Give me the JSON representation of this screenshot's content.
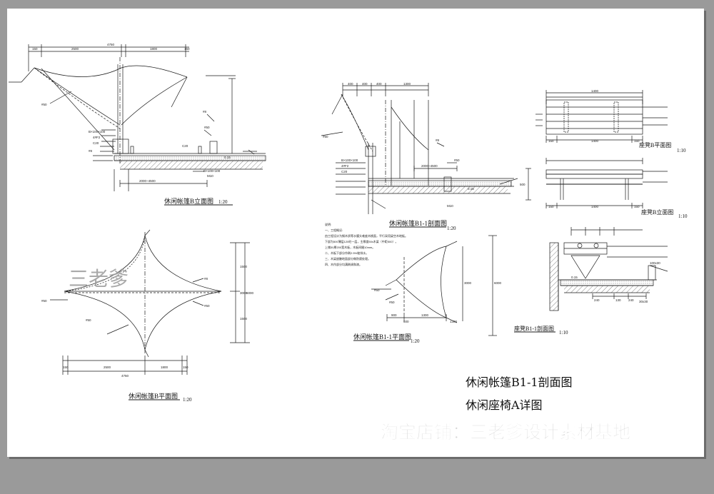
{
  "titles": {
    "tent_b_elevation": "休闲帐篷B立面图",
    "tent_b_plan": "休闲帐篷B平面图",
    "tent_b1_section": "休闲帐篷B1-1剖面图",
    "tent_b1_plan": "休闲帐篷B1-1平面图",
    "bench_b_plan": "座凳B平面图",
    "bench_b_elevation": "座凳B立面图",
    "bench_b1_section": "座凳B1-1剖面图"
  },
  "scales": {
    "s120": "1:20",
    "s110": "1:10"
  },
  "caption": {
    "line1": "休闲帐篷B1-1剖面图",
    "line2": "休闲座椅A详图"
  },
  "watermarks": {
    "author": "三老爹",
    "shop": "淘宝店铺：三老爹设计素材基地"
  },
  "notes": {
    "heading": "说明:",
    "items": [
      "一、工程概况:",
      "    由工程设计为钢木质等水膜头难度木桃面，平行采用梁空木地板。",
      "    下部为500薄层120砼一层，主厚度50x木梁（中距500）。",
      "    上铺30厚200宽木板，木板间缝10mm。",
      "二、木板下部分作刷2.5%坡排水。",
      "三、木梁放触地面部分做防腐处理。",
      "四、木作部分均满刷调和漆。"
    ]
  },
  "dimensions": {
    "elev_top": [
      "4750",
      "2500",
      "1800",
      "150",
      "150"
    ],
    "elev_left": [
      "B×100×100",
      "4#F2",
      "C20",
      "#8"
    ],
    "elev_misc": [
      "#50",
      "#8",
      "#50",
      "C20",
      "B×100×100",
      "M10",
      "2000~4500",
      "0.15"
    ],
    "plan_bottom": [
      "150",
      "2500",
      "1800",
      "150",
      "4750"
    ],
    "plan_right": [
      "1500",
      "3000",
      "1500",
      "6000"
    ],
    "plan_labels": [
      "#50",
      "#8",
      "#50",
      "#50"
    ],
    "sec_top": [
      "400",
      "400",
      "400",
      "1300"
    ],
    "sec_labels": [
      "#50",
      "B×100×100",
      "4#F2",
      "C20",
      "#8",
      "#50",
      "2000~4500",
      "0.15",
      "M10"
    ],
    "b1plan": [
      "#50",
      "#50",
      "900",
      "1300",
      "3000",
      "6000",
      "600",
      "1300"
    ],
    "bench_plan": [
      "1400",
      "150",
      "1400",
      "150"
    ],
    "bench_elev": [
      "150",
      "500",
      "1400",
      "150"
    ],
    "bench_sec": [
      "240",
      "130",
      "240",
      "100x30",
      "30x30",
      "0.15"
    ]
  },
  "colors": {
    "line": "#1a1a1a",
    "watermark_gray": "#9a9a9a",
    "watermark_light": "#d8d8d8",
    "page": "#ffffff",
    "frame": "#9a9a9a"
  }
}
